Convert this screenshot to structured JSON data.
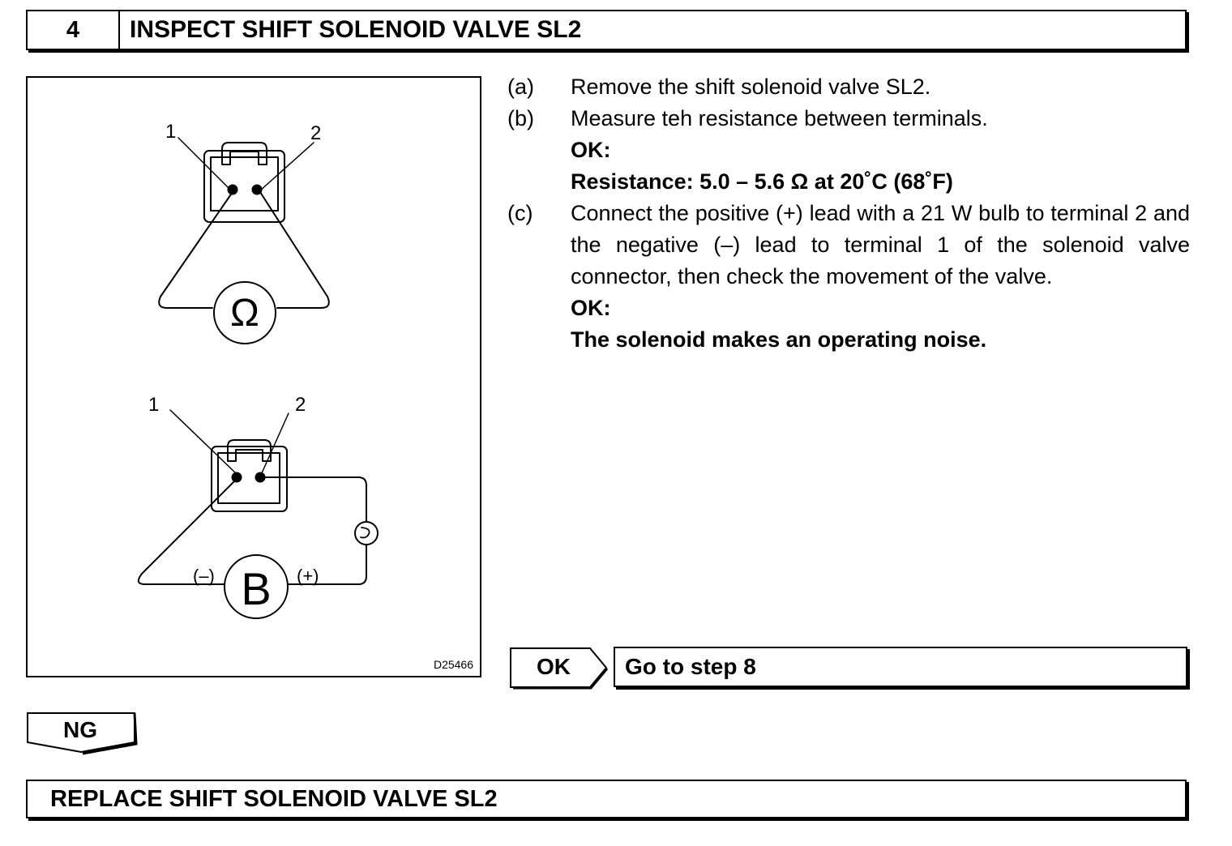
{
  "step": {
    "number": "4",
    "title": "INSPECT SHIFT SOLENOID VALVE SL2"
  },
  "figure": {
    "code": "D25466",
    "top_diagram": {
      "terminal_1": "1",
      "terminal_2": "2",
      "meter_symbol": "Ω"
    },
    "bottom_diagram": {
      "terminal_1": "1",
      "terminal_2": "2",
      "battery_symbol": "B",
      "negative_label": "(–)",
      "positive_label": "(+)",
      "bulb_icon": "bulb-icon"
    }
  },
  "instructions": [
    {
      "label": "(a)",
      "text": "Remove the shift  solenoid valve SL2."
    },
    {
      "label": "(b)",
      "text": "Measure teh resistance between terminals.",
      "ok_label": "OK:",
      "spec": "Resistance: 5.0 – 5.6 Ω at 20˚C (68˚F)"
    },
    {
      "label": "(c)",
      "text": "Connect the positive (+) lead with a 21 W bulb to terminal 2 and the negative (–) lead to terminal 1 of the solenoid valve connector, then check the movement of the valve.",
      "ok_label": "OK:",
      "spec": "The solenoid makes an operating noise."
    }
  ],
  "result_ok": {
    "flag": "OK",
    "action": "Go to step 8"
  },
  "result_ng": {
    "flag": "NG",
    "action": "REPLACE SHIFT SOLENOID VALVE SL2"
  }
}
